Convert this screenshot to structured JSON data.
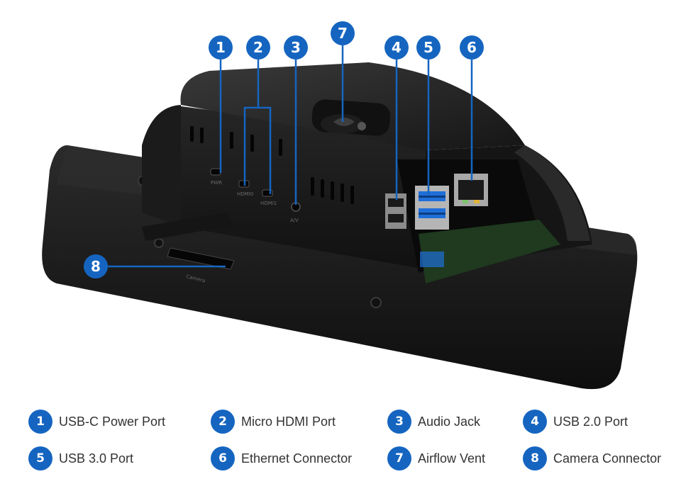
{
  "product": {
    "port_markings": [
      "PWR",
      "HDMI0",
      "HDMI1",
      "A/V",
      "Camera"
    ]
  },
  "callouts": [
    {
      "number": "1",
      "label": "USB-C Power Port"
    },
    {
      "number": "2",
      "label": "Micro HDMI Port"
    },
    {
      "number": "3",
      "label": "Audio Jack"
    },
    {
      "number": "4",
      "label": "USB 2.0 Port"
    },
    {
      "number": "5",
      "label": "USB 3.0 Port"
    },
    {
      "number": "6",
      "label": "Ethernet Connector"
    },
    {
      "number": "7",
      "label": "Airflow Vent"
    },
    {
      "number": "8",
      "label": "Camera Connector"
    }
  ],
  "colors": {
    "badge": "#1565c0",
    "case": "#1e1e1e",
    "usb3_port": "#1e6fd9",
    "text": "#333333"
  }
}
